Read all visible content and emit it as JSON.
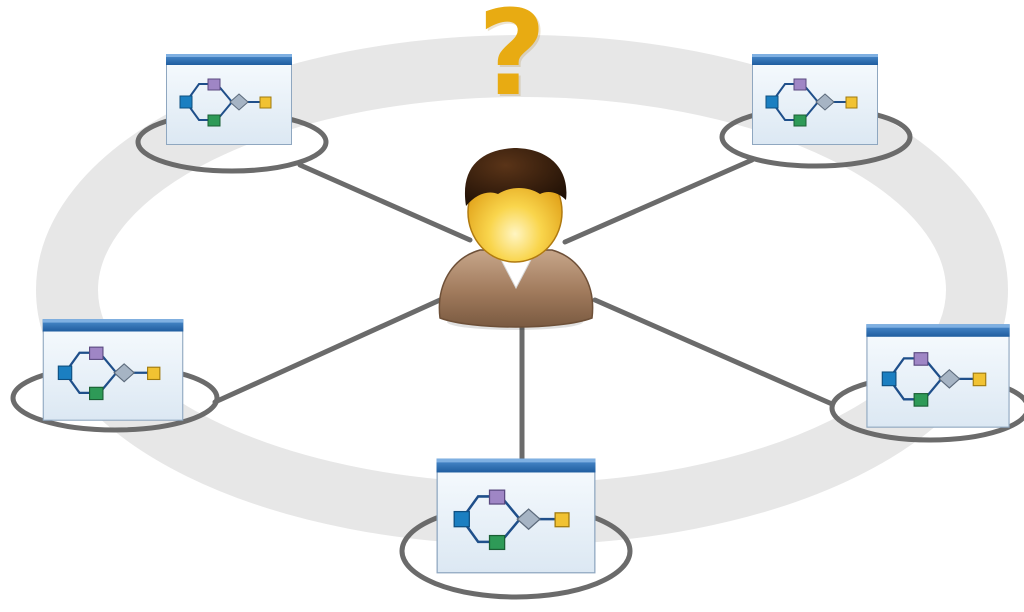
{
  "diagram": {
    "question_mark": "?",
    "colors": {
      "ring": "#e7e7e7",
      "connector": "#6b6b6b",
      "question_mark": "#e8ab12",
      "window_title_bar": "#2f6fb3",
      "window_body": "#e9f1f8",
      "node_start": "#1b7fc1",
      "node_top": "#9f86c5",
      "node_bottom": "#2e9a57",
      "node_decision": "#a6b4c4",
      "node_end": "#f1c232",
      "person_face": "#f6c533",
      "person_hair": "#2a1608",
      "person_body": "#a88468"
    },
    "nodes": [
      {
        "id": "workflow-top-left"
      },
      {
        "id": "workflow-top-right"
      },
      {
        "id": "workflow-middle-left"
      },
      {
        "id": "workflow-middle-right"
      },
      {
        "id": "workflow-bottom"
      }
    ]
  }
}
